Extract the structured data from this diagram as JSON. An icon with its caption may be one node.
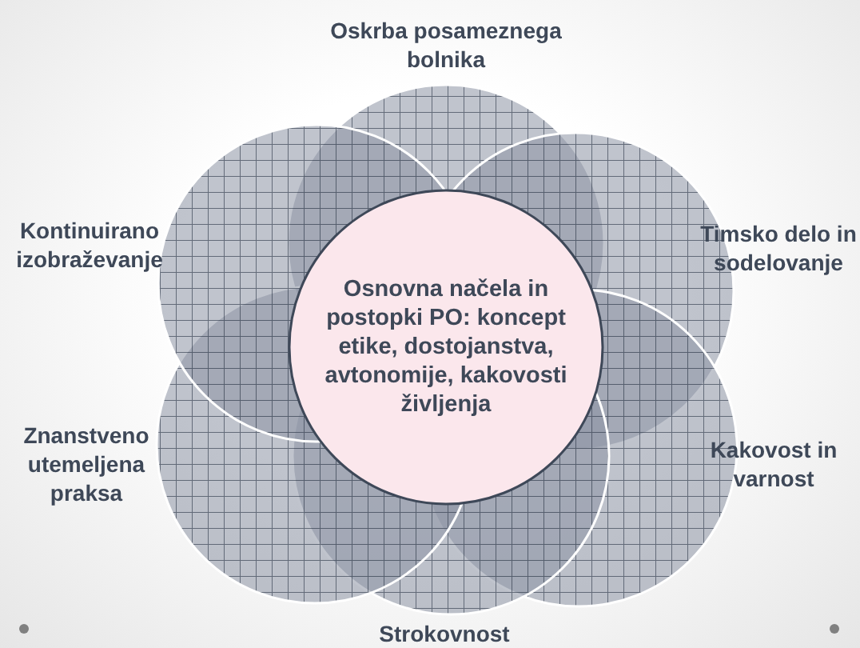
{
  "diagram": {
    "nodes": [
      {
        "text": [
          "Osnovna načela in postopki PO: koncept etike, dostojanstva, avtonomije, kakovosti življenja"
        ]
      },
      {
        "text": [
          "Oskrba posameznega bolnika"
        ]
      },
      {
        "text": [
          "Timsko delo in sodelovanje"
        ]
      },
      {
        "text": [
          "Kakovost in varnost"
        ]
      },
      {
        "text": [
          "Strokovnost"
        ]
      },
      {
        "text": [
          "Znanstveno utemeljena praksa"
        ]
      },
      {
        "text": [
          "Kontinuirano izobraževanje"
        ]
      }
    ]
  }
}
